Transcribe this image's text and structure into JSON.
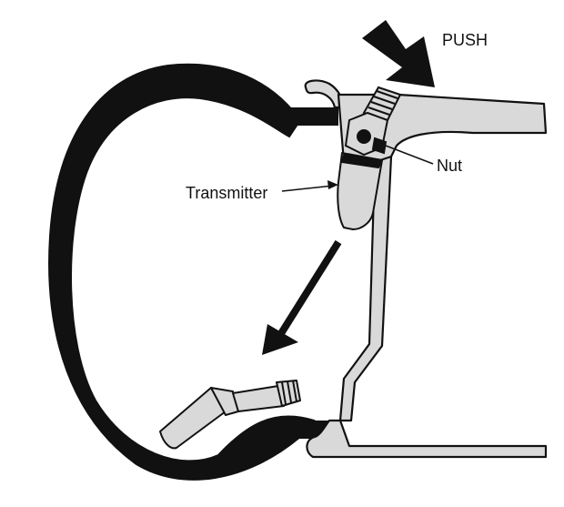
{
  "labels": {
    "push": "PUSH",
    "nut": "Nut",
    "transmitter": "Transmitter"
  },
  "colors": {
    "tire": "#111111",
    "wheel_fill": "#d9d9d9",
    "outline": "#111111",
    "background": "#ffffff"
  },
  "icons": {
    "push_arrow": "arrow-down-left-icon",
    "removal_arrow": "arrow-down-left-icon"
  }
}
